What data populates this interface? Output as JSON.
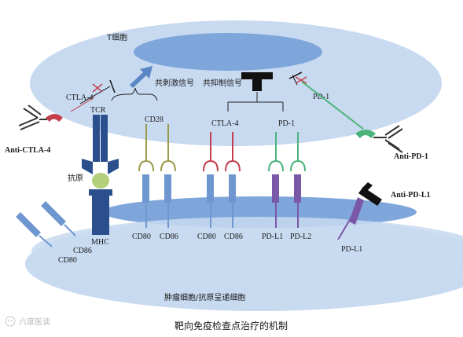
{
  "cells": {
    "t_cell": "T细胞",
    "tumor_cell": "肿瘤细胞/抗原呈递细胞"
  },
  "signals": {
    "costim": "共刺激信号",
    "coinhib": "共抑制信号"
  },
  "molecules": {
    "ctla4_top": "CTLA-4",
    "tcr": "TCR",
    "cd28": "CD28",
    "ctla4_mid": "CTLA-4",
    "pd1_top": "PD-1",
    "pd1_mid": "PD-1",
    "antigen": "抗原",
    "mhc": "MHC",
    "cd80_1": "CD80",
    "cd86_1": "CD86",
    "cd80_2": "CD80",
    "cd86_2": "CD86",
    "pdl1": "PD-L1",
    "pdl2": "PD-L2",
    "pdl1_right": "PD-L1",
    "cd86_left": "CD86",
    "cd80_left": "CD80"
  },
  "antibodies": {
    "anti_ctla4": "Anti-CTLA-4",
    "anti_pd1": "Anti-PD-1",
    "anti_pdl1": "Anti-PD-L1"
  },
  "caption": "靶向免疫检查点治疗的机制",
  "watermark": "六度医谈",
  "colors": {
    "cell": "#c8daf0",
    "nucleus": "#7fa6db",
    "receptor_blue": "#6f97cf",
    "receptor_dark": "#2a4f8c",
    "cd28_olive": "#9a9a4c",
    "ctla4_red": "#c43d4d",
    "pd1_green": "#4bb37a",
    "pdl_purple": "#7a58a8",
    "antigen_green": "#b5d07a",
    "arrow": "#5b86c4",
    "inhibitor": "#111111"
  }
}
